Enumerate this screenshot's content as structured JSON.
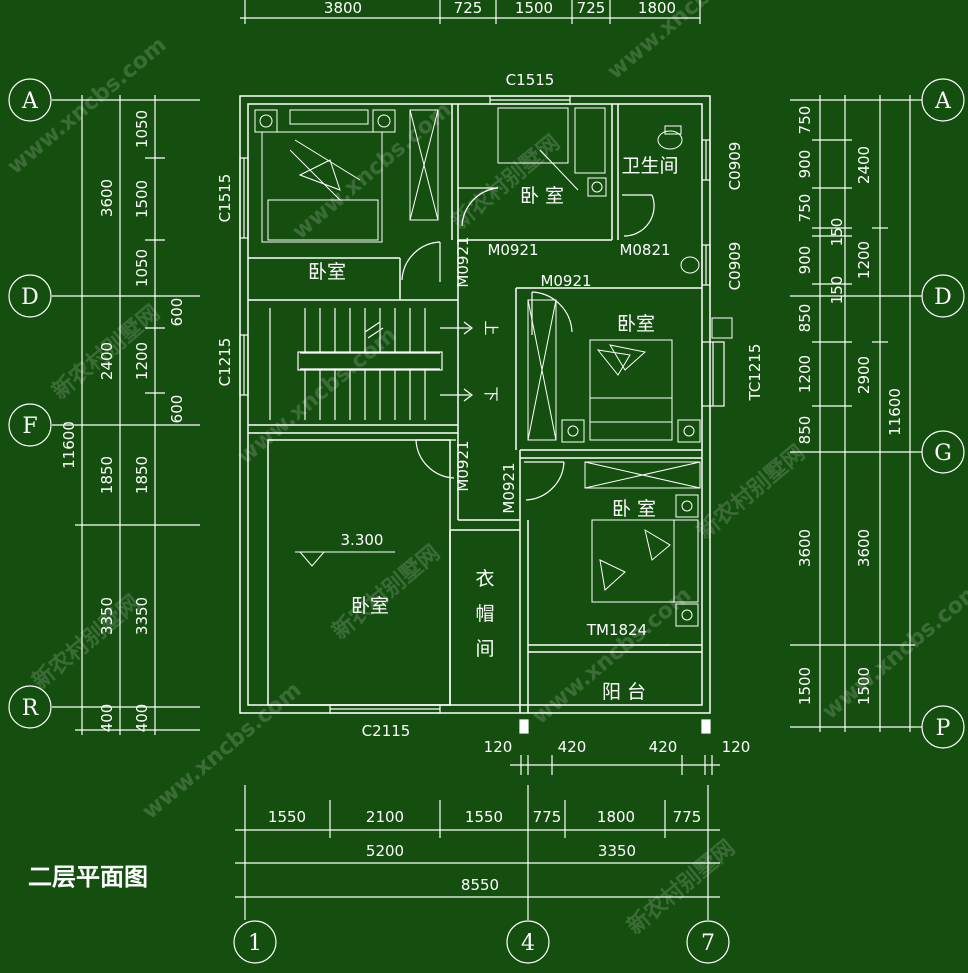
{
  "drawing": {
    "title": "二层平面图",
    "level_mark": "3.300",
    "colors": {
      "background": "#154f10",
      "line": "#ffffff"
    }
  },
  "watermarks": [
    "www.xncbs.com",
    "新农村别墅网"
  ],
  "top_dims": [
    "3800",
    "725",
    "1500",
    "725",
    "1800"
  ],
  "bottom_dims": {
    "row1": [
      "1550",
      "2100",
      "1550",
      "775",
      "1800",
      "775"
    ],
    "row2": [
      "5200",
      "3350"
    ],
    "row3": [
      "8550"
    ],
    "details": [
      "120",
      "420",
      "420",
      "120"
    ]
  },
  "left_dims": {
    "inner": [
      "1050",
      "1500",
      "1050",
      "600",
      "1200",
      "600",
      "1850",
      "3350",
      "400"
    ],
    "middle": [
      "3600",
      "2400",
      "1850",
      "3350",
      "400"
    ],
    "total": "11600"
  },
  "right_dims": {
    "inner": [
      "750",
      "900",
      "750",
      "150",
      "900",
      "150",
      "850",
      "1200",
      "850",
      "3600",
      "1500"
    ],
    "middle": [
      "2400",
      "1200",
      "2900",
      "3600",
      "1500"
    ],
    "total": "11600"
  },
  "axes": {
    "left": [
      "A",
      "D",
      "F",
      "R"
    ],
    "right": [
      "A",
      "D",
      "G",
      "P"
    ],
    "bottom": [
      "1",
      "4",
      "7"
    ]
  },
  "rooms": {
    "bedroom_nw": "卧室",
    "bedroom_north": "卧 室",
    "bathroom": "卫生间",
    "bedroom_east": "卧室",
    "bedroom_se": "卧 室",
    "bedroom_main": "卧室",
    "closet": [
      "衣",
      "帽",
      "间"
    ],
    "balcony": "阳  台"
  },
  "stair": {
    "up": "上",
    "down": "下"
  },
  "openings": {
    "window_c1515_top": "C1515",
    "window_c1515_left": "C1515",
    "window_c1215": "C1215",
    "window_c0909_a": "C0909",
    "window_c0909_b": "C0909",
    "window_tc1215": "TC1215",
    "window_c2115": "C2115",
    "door_m0921_a": "M0921",
    "door_m0921_b": "M0921",
    "door_m0821": "M0821",
    "door_m0921_c": "M0921",
    "door_m0921_d": "M0921",
    "door_m0921_e": "M0921",
    "door_tm1824": "TM1824"
  }
}
